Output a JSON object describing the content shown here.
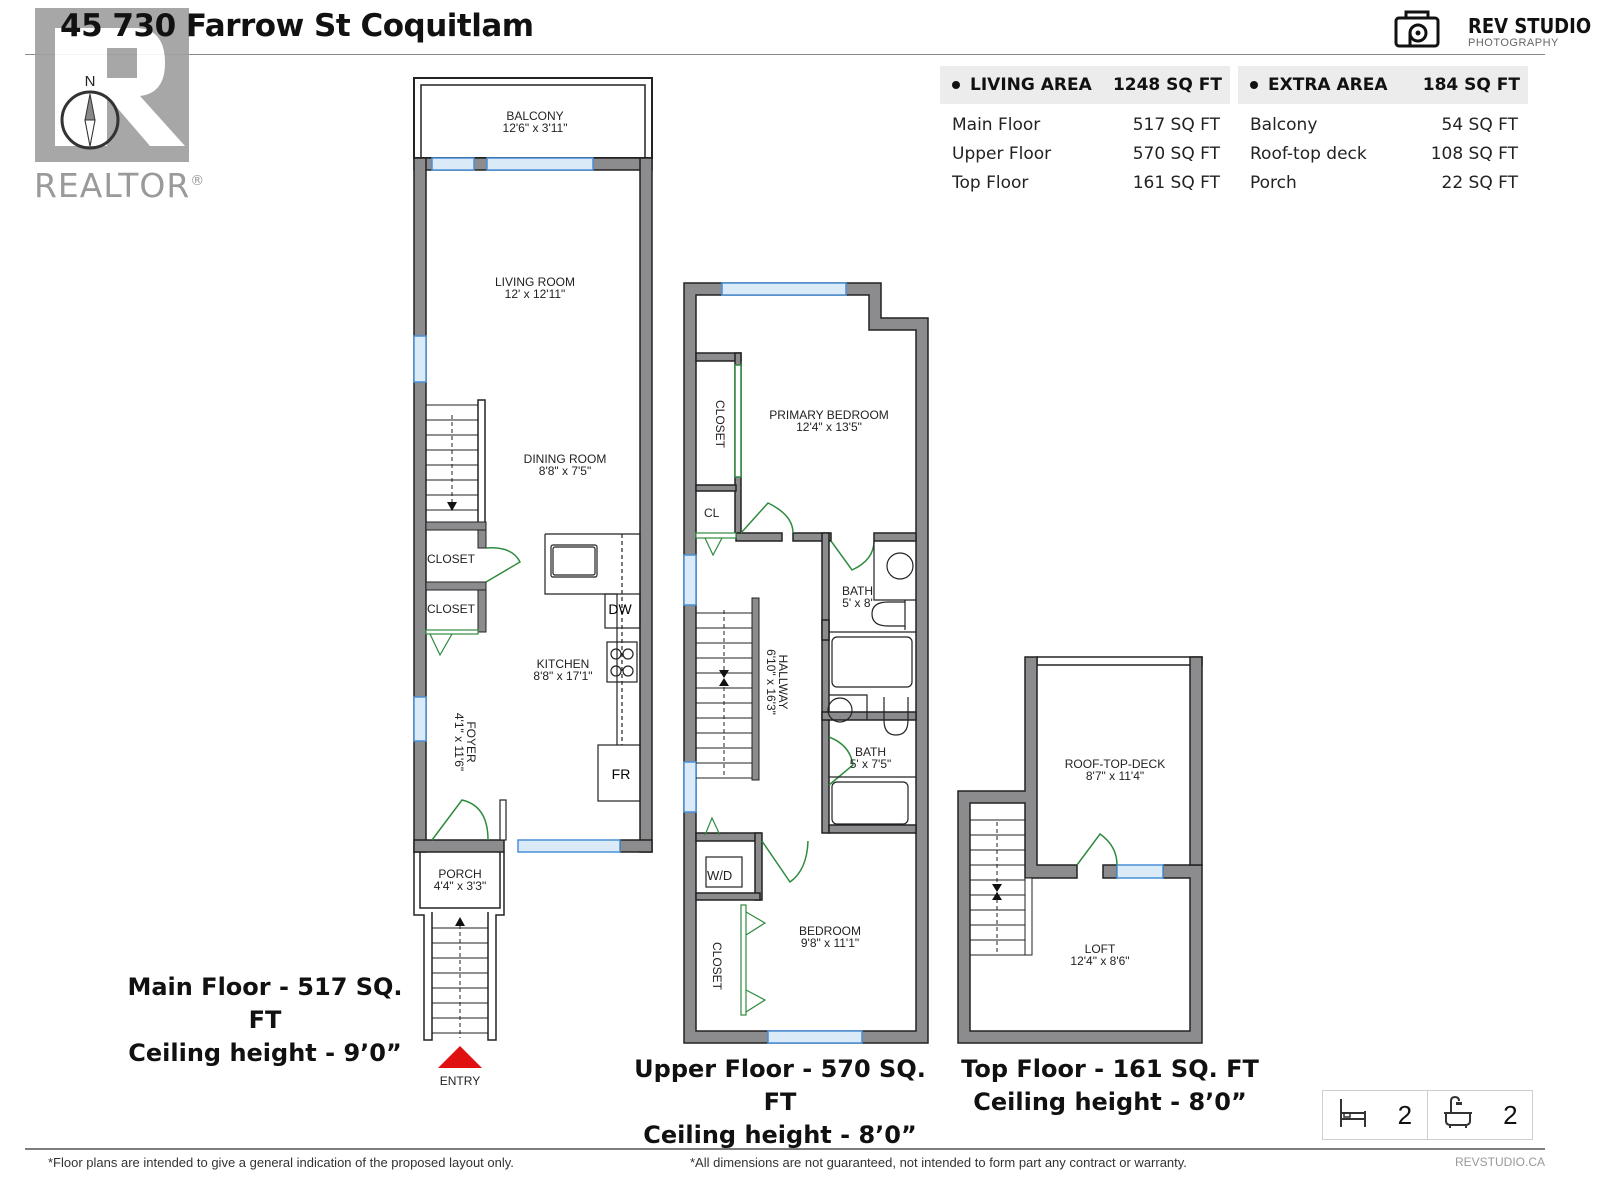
{
  "header": {
    "title": "45 730 Farrow St Coquitlam",
    "realtor_logo": "REALTOR",
    "compass_label": "N",
    "brand_name": "REV STUDIO",
    "brand_sub": "PHOTOGRAPHY"
  },
  "area_summary": {
    "living": {
      "label": "LIVING AREA",
      "total": "1248 SQ FT",
      "rows": [
        {
          "label": "Main Floor",
          "value": "517 SQ FT"
        },
        {
          "label": "Upper Floor",
          "value": "570 SQ FT"
        },
        {
          "label": "Top Floor",
          "value": "161 SQ FT"
        }
      ]
    },
    "extra": {
      "label": "EXTRA AREA",
      "total": "184 SQ FT",
      "rows": [
        {
          "label": "Balcony",
          "value": "54 SQ FT"
        },
        {
          "label": "Roof-top deck",
          "value": "108 SQ FT"
        },
        {
          "label": "Porch",
          "value": "22 SQ FT"
        }
      ]
    }
  },
  "floors": {
    "main": {
      "caption_line1": "Main Floor - 517 SQ. FT",
      "caption_line2": "Ceiling height - 9’0”",
      "entry_label": "ENTRY",
      "rooms": {
        "balcony": {
          "name": "BALCONY",
          "dims": "12'6\" x 3'11\""
        },
        "living": {
          "name": "LIVING ROOM",
          "dims": "12' x 12'11\""
        },
        "dining": {
          "name": "DINING ROOM",
          "dims": "8'8\" x 7'5\""
        },
        "kitchen": {
          "name": "KITCHEN",
          "dims": "8'8\" x 17'1\""
        },
        "foyer": {
          "name": "FOYER",
          "dims": "4'1\" x 11'6\""
        },
        "porch": {
          "name": "PORCH",
          "dims": "4'4\" x 3'3\""
        },
        "closet1": {
          "name": "CLOSET"
        },
        "closet2": {
          "name": "CLOSET"
        }
      },
      "fixtures": {
        "dw": "DW",
        "fr": "FR"
      }
    },
    "upper": {
      "caption_line1": "Upper Floor - 570 SQ. FT",
      "caption_line2": "Ceiling height - 8’0”",
      "rooms": {
        "primary": {
          "name": "PRIMARY BEDROOM",
          "dims": "12'4\" x 13'5\""
        },
        "closet_top": {
          "name": "CLOSET"
        },
        "cl": {
          "name": "CL"
        },
        "bath1": {
          "name": "BATH",
          "dims": "5' x 8'"
        },
        "hallway": {
          "name": "HALLWAY",
          "dims": "6'10\" x 16'3\""
        },
        "bath2": {
          "name": "BATH",
          "dims": "5' x 7'5\""
        },
        "wd": {
          "name": "W/D"
        },
        "bedroom": {
          "name": "BEDROOM",
          "dims": "9'8\" x 11'1\""
        },
        "closet_bottom": {
          "name": "CLOSET"
        }
      }
    },
    "top": {
      "caption_line1": "Top Floor - 161 SQ. FT",
      "caption_line2": "Ceiling height - 8’0”",
      "rooms": {
        "deck": {
          "name": "ROOF-TOP-DECK",
          "dims": "8'7\" x 11'4\""
        },
        "loft": {
          "name": "LOFT",
          "dims": "12'4\" x 8'6\""
        }
      }
    }
  },
  "summary_icons": {
    "bedrooms": "2",
    "bathrooms": "2"
  },
  "footer": {
    "note_left": "*Floor plans are intended to give a general indication of the proposed layout only.",
    "note_center": "*All dimensions are not guaranteed, not intended to form part any contract or warranty.",
    "site": "REVSTUDIO.CA"
  },
  "colors": {
    "wall": "#8c8c8e",
    "window": "#4a90d9",
    "door": "#2e8b3e",
    "entry_arrow": "#e01010",
    "header_bg": "#ececec"
  }
}
